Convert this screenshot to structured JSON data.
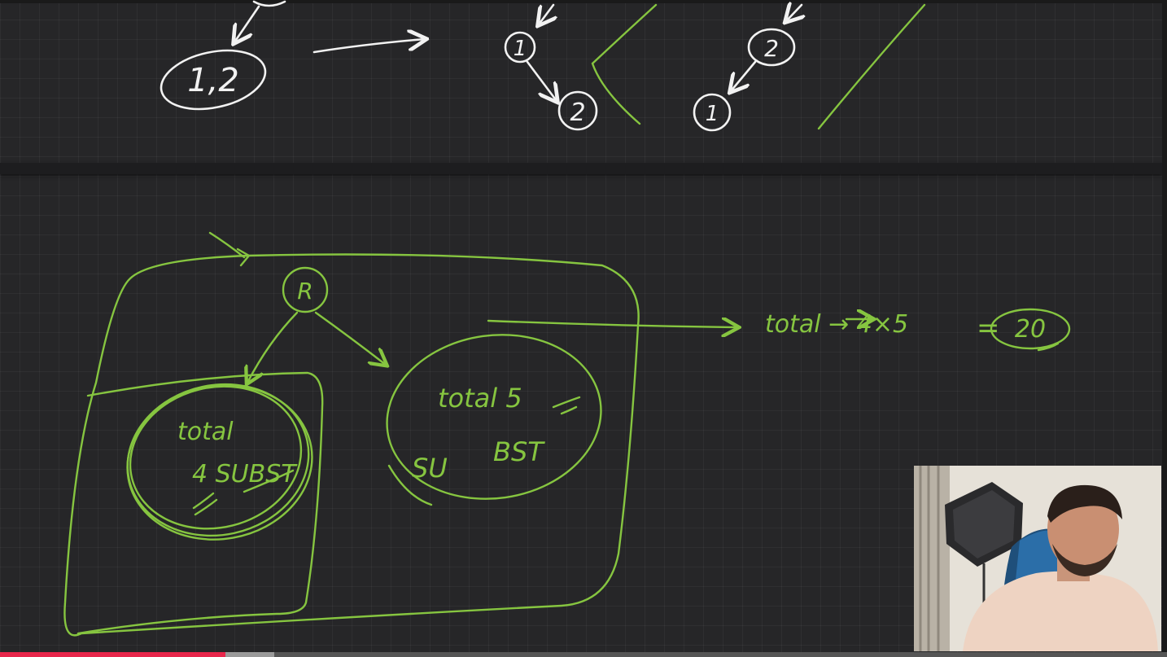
{
  "colors": {
    "board": "#262628",
    "white_ink": "#f2f2f2",
    "green_ink": "#86c540",
    "progress_played": "#e8264b",
    "progress_buffer": "#9a9a9a"
  },
  "top_section": {
    "node_labels": {
      "combined": "1,2",
      "tree1_root": "1",
      "tree1_child": "2",
      "tree2_root": "2",
      "tree2_child": "1"
    }
  },
  "bottom_section": {
    "root_label": "R",
    "left_subtree": {
      "line1": "total",
      "line2": "4 SUBST"
    },
    "right_subtree": {
      "line1": "total 5",
      "line2": "SU",
      "line3": "BST"
    },
    "result_text": "total → 4×5",
    "result_equals": "=",
    "result_value": "20"
  },
  "video": {
    "progress_played": 0.193,
    "progress_buffered": 0.235
  },
  "icons": [
    "webcam-presenter"
  ]
}
